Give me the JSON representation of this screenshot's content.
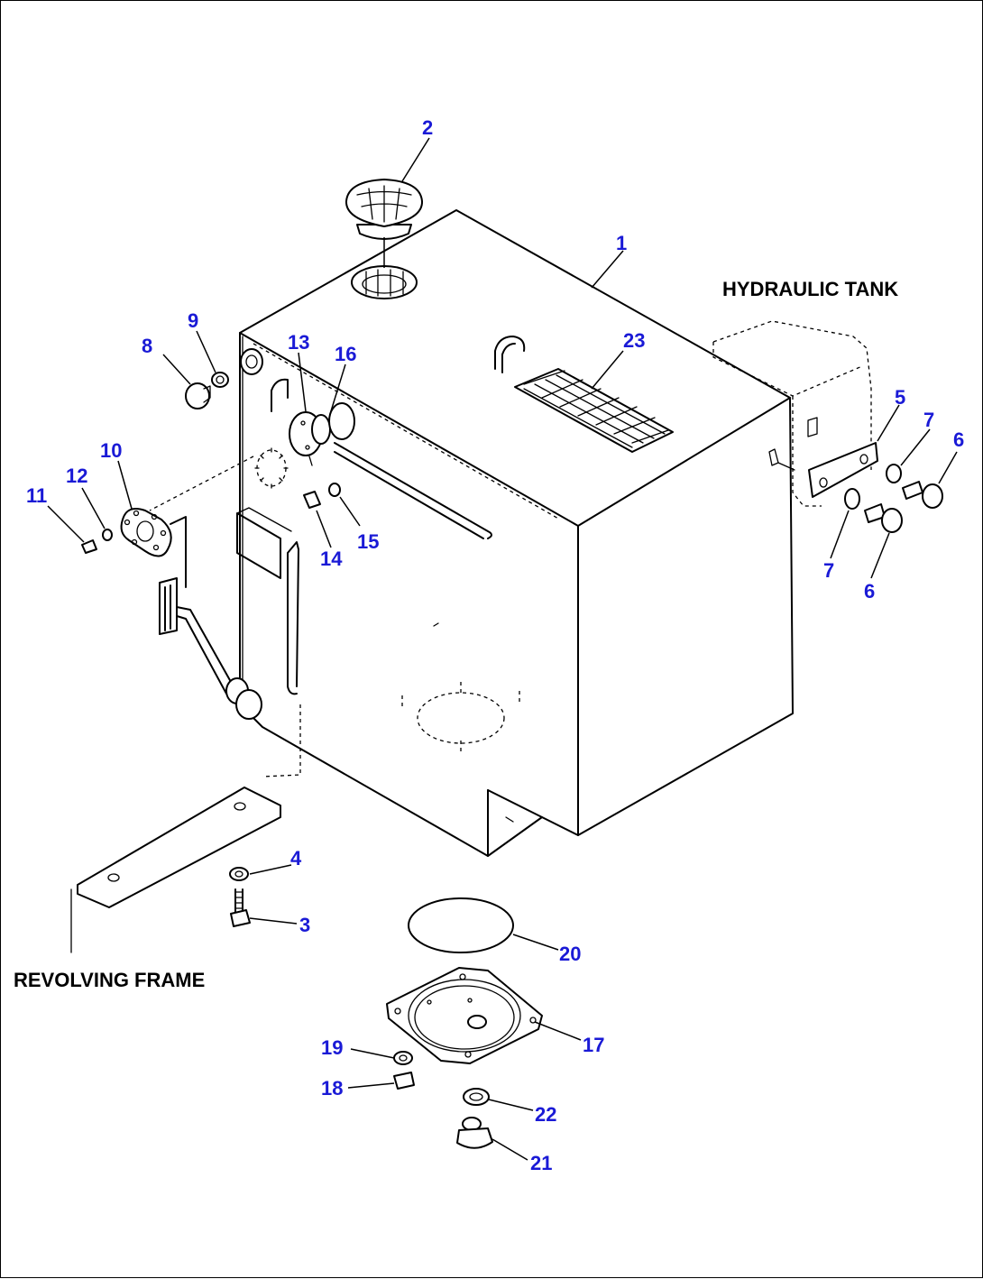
{
  "labels": {
    "hydraulic_tank": "HYDRAULIC TANK",
    "revolving_frame": "REVOLVING FRAME"
  },
  "callouts": {
    "c1": "1",
    "c2": "2",
    "c3": "3",
    "c4": "4",
    "c5": "5",
    "c6a": "6",
    "c6b": "6",
    "c7a": "7",
    "c7b": "7",
    "c8": "8",
    "c9": "9",
    "c10": "10",
    "c11": "11",
    "c12": "12",
    "c13": "13",
    "c14": "14",
    "c15": "15",
    "c16": "16",
    "c17": "17",
    "c18": "18",
    "c19": "19",
    "c20": "20",
    "c21": "21",
    "c22": "22",
    "c23": "23"
  },
  "colors": {
    "callout_text": "#1a1ad6",
    "line": "#000000",
    "background": "#ffffff"
  }
}
